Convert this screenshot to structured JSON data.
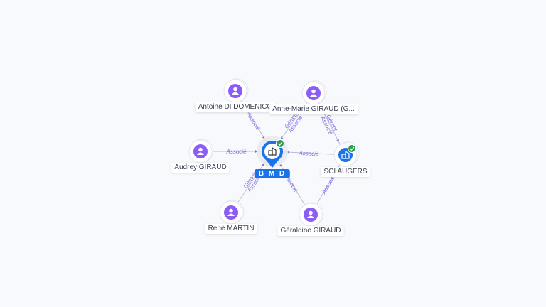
{
  "colors": {
    "person": "#8b5cf6",
    "company": "#1a73e8",
    "check": "#2e9e4f",
    "edge_label": "#7c6fe0"
  },
  "nodes": [
    {
      "id": "bmd",
      "label": "B M D",
      "kind": "company-main",
      "icon": "building-icon",
      "verified": true
    },
    {
      "id": "antoine",
      "label": "Antoine DI DOMENICO",
      "kind": "person",
      "icon": "person-icon"
    },
    {
      "id": "annemarie",
      "label": "Anne-Marie GIRAUD (G...",
      "kind": "person",
      "icon": "person-icon"
    },
    {
      "id": "audrey",
      "label": "Audrey GIRAUD",
      "kind": "person",
      "icon": "person-icon"
    },
    {
      "id": "sci",
      "label": "SCI AUGERS",
      "kind": "company",
      "icon": "building-icon",
      "verified": true
    },
    {
      "id": "rene",
      "label": "René MARTIN",
      "kind": "person",
      "icon": "person-icon"
    },
    {
      "id": "geraldine",
      "label": "Géraldine GIRAUD",
      "kind": "person",
      "icon": "person-icon"
    }
  ],
  "edges": [
    {
      "from": "antoine",
      "to": "bmd",
      "labels": [
        "Associé"
      ]
    },
    {
      "from": "annemarie",
      "to": "bmd",
      "labels": [
        "Gérant",
        "Associé"
      ]
    },
    {
      "from": "audrey",
      "to": "bmd",
      "labels": [
        "Associé"
      ]
    },
    {
      "from": "sci",
      "to": "bmd",
      "labels": [
        "Associé"
      ]
    },
    {
      "from": "rene",
      "to": "bmd",
      "labels": [
        "Gérant",
        "Associé"
      ]
    },
    {
      "from": "geraldine",
      "to": "bmd",
      "labels": [
        "Associé"
      ]
    },
    {
      "from": "annemarie",
      "to": "sci",
      "labels": [
        "Gérant",
        "Associé"
      ]
    },
    {
      "from": "geraldine",
      "to": "sci",
      "labels": [
        "Associé"
      ]
    }
  ]
}
